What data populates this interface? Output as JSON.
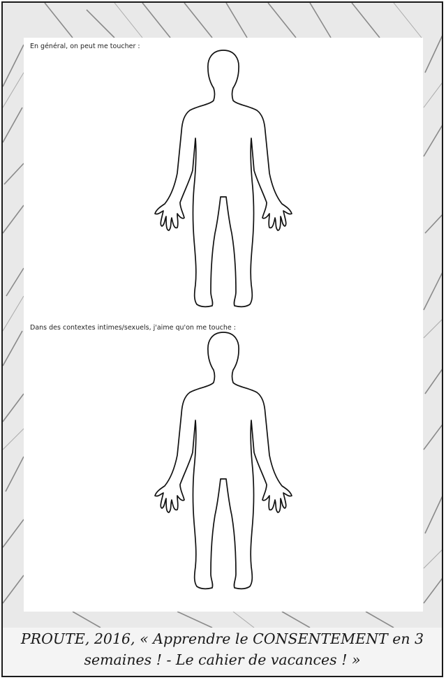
{
  "sheet": {
    "section1_label": "En général, on peut me toucher :",
    "section2_label": "Dans des contextes intimes/sexuels, j'aime qu'on me touche :"
  },
  "caption": {
    "line1": "PROUTE, 2016, « Apprendre le CONSENTEMENT en 3",
    "line2": "semaines ! - Le cahier de vacances ! »"
  }
}
